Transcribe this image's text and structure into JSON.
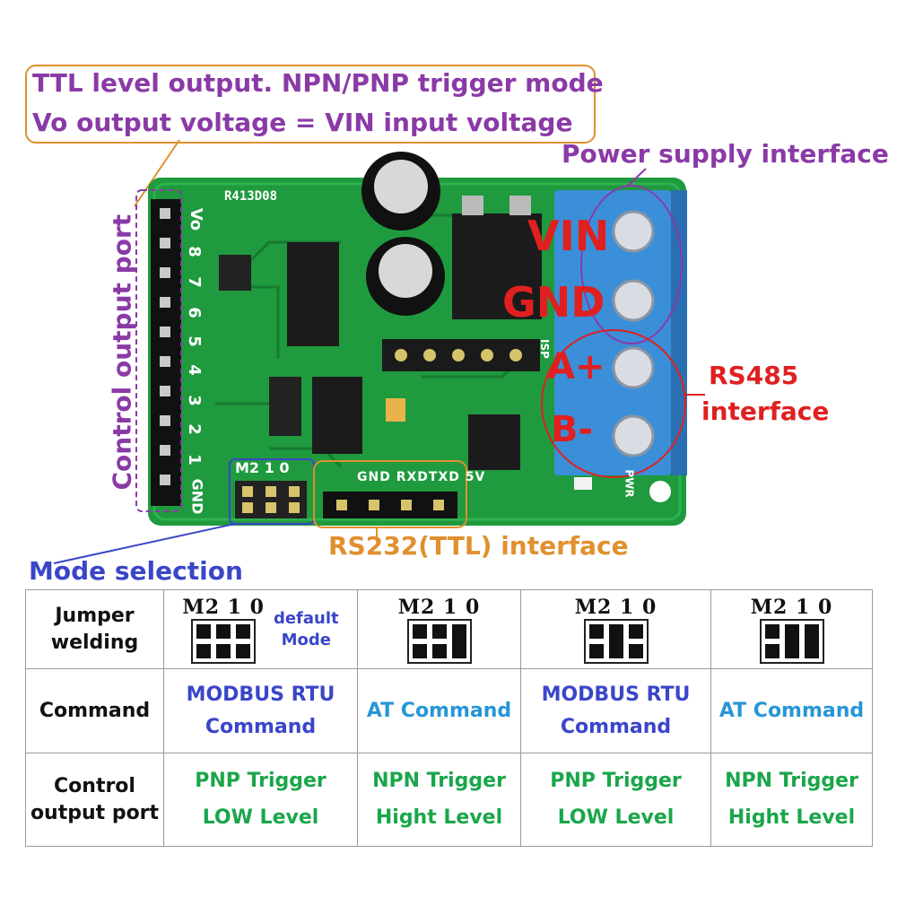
{
  "callout": {
    "line1": "TTL level output. NPN/PNP trigger mode",
    "line2": "Vo output voltage = VIN input voltage"
  },
  "labels": {
    "power_supply": "Power supply interface",
    "control_output": "Control output port",
    "rs485_line1": "RS485",
    "rs485_line2": "interface",
    "rs232": "RS232(TTL) interface",
    "mode_selection": "Mode selection"
  },
  "board": {
    "model": "R413D08",
    "pins": [
      "Vo",
      "8",
      "7",
      "6",
      "5",
      "4",
      "3",
      "2",
      "1",
      "GND"
    ],
    "jumper_header": [
      "M2",
      "1",
      "0"
    ],
    "uart_pins": [
      "GND",
      "RXD",
      "TXD",
      "5V"
    ],
    "terminals": [
      "VIN",
      "GND",
      "A+",
      "B-"
    ],
    "isp_label": "ISP",
    "pwr_label": "PWR"
  },
  "colors": {
    "pcb": "#1f9a3e",
    "terminal_block": "#3a8fd8",
    "callout_border": "#e0902e",
    "purple_text": "#8a3aa6",
    "red_text": "#e02020"
  },
  "table": {
    "row_headers": {
      "jumper": [
        "Jumper",
        "welding"
      ],
      "command": "Command",
      "control": [
        "Control",
        "output port"
      ]
    },
    "jumper_title": "M2 1 0",
    "default_note": [
      "default",
      "Mode"
    ],
    "modes": [
      {
        "jumpers": [
          0,
          0,
          0
        ],
        "command": [
          "MODBUS RTU",
          "Command"
        ],
        "control": [
          "PNP  Trigger",
          "LOW Level"
        ]
      },
      {
        "jumpers": [
          0,
          0,
          1
        ],
        "command": [
          "AT Command"
        ],
        "control": [
          "NPN  Trigger",
          "Hight Level"
        ]
      },
      {
        "jumpers": [
          0,
          1,
          0
        ],
        "command": [
          "MODBUS RTU",
          "Command"
        ],
        "control": [
          "PNP  Trigger",
          "LOW Level"
        ]
      },
      {
        "jumpers": [
          0,
          1,
          1
        ],
        "command": [
          "AT Command"
        ],
        "control": [
          "NPN  Trigger",
          "Hight Level"
        ]
      }
    ]
  }
}
